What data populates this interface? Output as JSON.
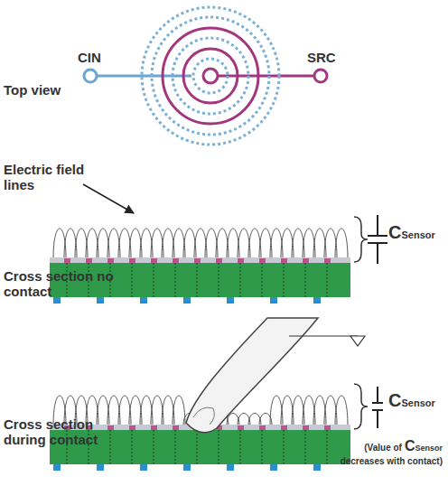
{
  "diagram": {
    "labels": [
      "Top view",
      "CIN",
      "SRC",
      "Electric field lines",
      "Cross section no contact",
      "C",
      "Sensor",
      "Cross section during contact",
      "C",
      "Sensor",
      "(Value of",
      "C",
      "Sensor",
      "decreases with contact)"
    ]
  }
}
